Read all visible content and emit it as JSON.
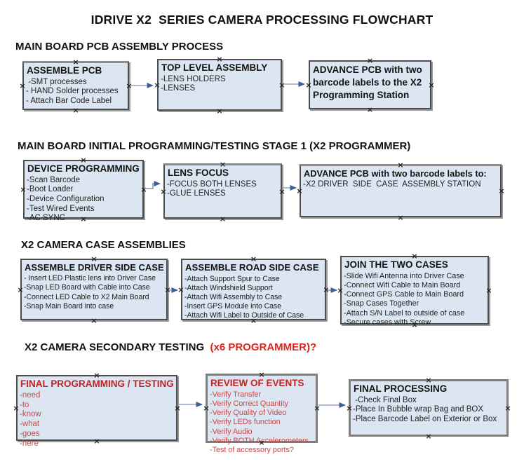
{
  "title": "IDRIVE X2  SERIES CAMERA PROCESSING FLOWCHART",
  "colors": {
    "box_fill": "#dce6f2",
    "box_border_dark": "#4d4d4d",
    "box_border_gray": "#7f7f7f",
    "red_heading": "#dd2421",
    "red_box_text": "#c84a47",
    "arrow_blue": "#3e5f9b",
    "arrow_line": "#94a3bf"
  },
  "icons": {
    "connection_point": "×",
    "flow_arrow": "right-arrowhead"
  },
  "sections": [
    {
      "heading": "MAIN BOARD PCB ASSEMBLY PROCESS",
      "boxes": [
        {
          "header": "ASSEMBLE PCB",
          "items": [
            " -SMT processes",
            "- HAND Solder processes",
            "- Attach Bar Code Label"
          ]
        },
        {
          "header": "TOP LEVEL ASSEMBLY",
          "items": [
            "-LENS HOLDERS",
            "-LENSES"
          ]
        },
        {
          "header": "ADVANCE PCB with two barcode labels to the  X2 Programming Station",
          "items": []
        }
      ]
    },
    {
      "heading": "MAIN BOARD INITIAL PROGRAMMING/TESTING STAGE 1 (X2 PROGRAMMER)",
      "boxes": [
        {
          "header": "DEVICE PROGRAMMING",
          "items": [
            "-Scan Barcode",
            "-Boot Loader",
            "-Device Configuration",
            "-Test Wired Events",
            "-AC SYNC"
          ]
        },
        {
          "header": "LENS FOCUS",
          "items": [
            "-FOCUS BOTH LENSES",
            "-GLUE LENSES"
          ]
        },
        {
          "header": "ADVANCE PCB with two barcode labels to:",
          "items": [
            "-X2 DRIVER  SIDE  CASE  ASSEMBLY STATION"
          ]
        }
      ]
    },
    {
      "heading": "X2 CAMERA CASE ASSEMBLIES",
      "boxes": [
        {
          "header": "ASSEMBLE DRIVER SIDE CASE",
          "items": [
            "- Insert LED Plastic lens into Driver Case",
            "-Snap LED Board with Cable into Case",
            "-Connect LED Cable to X2 Main Board",
            "-Snap Main Board into case"
          ]
        },
        {
          "header": "ASSEMBLE ROAD SIDE CASE",
          "items": [
            "-Attach Support Spur to Case",
            "-Attach Windshield Support",
            "-Attach Wifi Assembly to Case",
            "-Insert GPS Module into Case",
            "-Attach Wifi Label to Outside of Case"
          ]
        },
        {
          "header": "JOIN THE TWO CASES",
          "items": [
            "-Slide Wifi Antenna into Driver Case",
            "-Connect Wifi Cable to Main Board",
            "-Connect GPS Cable to Main Board",
            "-Snap Cases Together",
            "-Attach S/N Label to outside of case",
            "-Secure cases with Screw"
          ]
        }
      ]
    },
    {
      "heading": "X2 CAMERA SECONDARY TESTING  ",
      "heading_red": "(x6 PROGRAMMER)?",
      "boxes": [
        {
          "header": "FINAL PROGRAMMING / TESTING",
          "items": [
            "-need",
            "-to",
            "-know",
            "-what",
            "-goes",
            "-here"
          ]
        },
        {
          "header": "REVIEW OF EVENTS",
          "items": [
            "-Verify Transfer",
            "-Verify Correct Quantity",
            "-Verify Quality of Video",
            "-Verify LEDs function",
            "-Verify Audio",
            "-Verify BOTH Accelerometers",
            "-Test of accessory ports?"
          ]
        },
        {
          "header": "FINAL PROCESSING",
          "items": [
            " -Check Final Box",
            "-Place In Bubble wrap Bag and BOX",
            "-Place Barcode Label on Exterior or Box"
          ]
        }
      ]
    }
  ]
}
